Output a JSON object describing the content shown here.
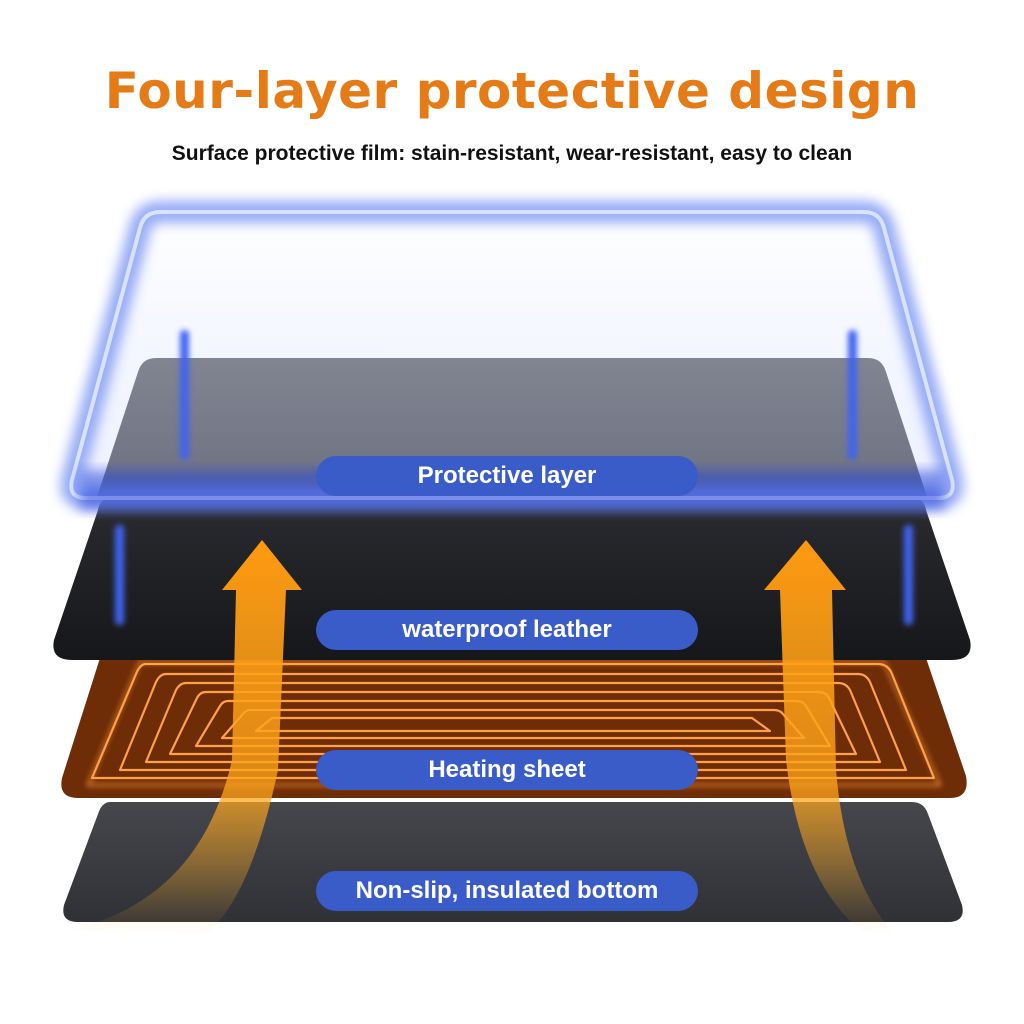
{
  "title": "Four-layer protective design",
  "subtitle": "Surface protective film: stain-resistant, wear-resistant, easy to clean",
  "colors": {
    "title": "#e57b16",
    "pill": "#3a5cc8",
    "protective_frame": "#8fa6f2",
    "leather": "#1d1e22",
    "heating_base": "#7a3208",
    "heating_wire": "#ff9838",
    "bottom": "#3b3c41",
    "arrow": "#ffa51c"
  },
  "layers": [
    {
      "label": "Protective layer"
    },
    {
      "label": "waterproof leather"
    },
    {
      "label": "Heating sheet"
    },
    {
      "label": "Non-slip, insulated bottom"
    }
  ]
}
